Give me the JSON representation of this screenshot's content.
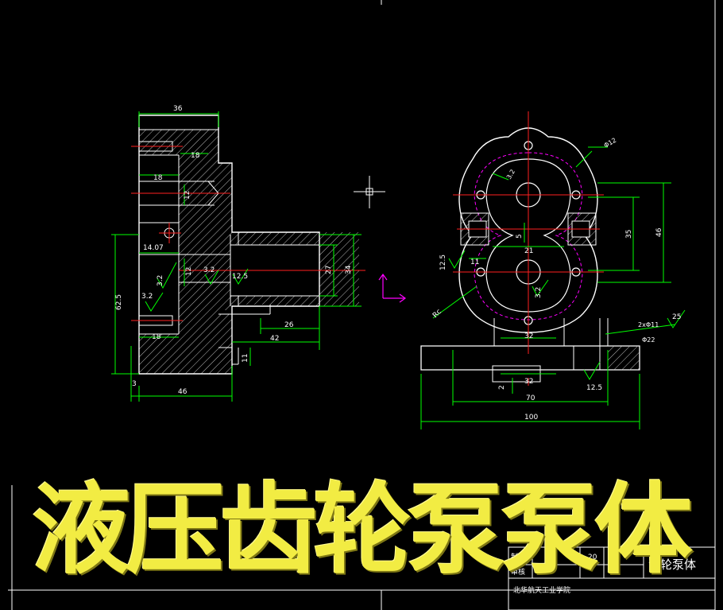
{
  "title": "液压齿轮泵泵体",
  "title_block": {
    "part_name": "齿轮泵体",
    "school": "北华航天工业学院",
    "cell_a": "制图",
    "cell_b": "审核",
    "cell_c": "实",
    "cell_d": "20"
  },
  "left_view": {
    "dims": [
      "36",
      "18",
      "18",
      "12",
      "14.07",
      "12",
      "3.2",
      "3.2",
      "3.2",
      "12.5",
      "62.5",
      "18",
      "27",
      "34",
      "26",
      "42",
      "11",
      "3",
      "46"
    ]
  },
  "right_view": {
    "dims": [
      "Φ12",
      "3.2",
      "46",
      "35",
      "5",
      "21",
      "12.5",
      "11",
      "3.2",
      "32",
      "2xΦ11",
      "25",
      "Φ22",
      "32",
      "2",
      "12.5",
      "70",
      "100",
      "Rc"
    ]
  },
  "colors": {
    "outline": "#ffffff",
    "dimension": "#00ff00",
    "center_line": "#ff2020",
    "hatch": "#ffffff",
    "pitch_circle": "#ff00ff",
    "title": "#f2ec43"
  }
}
